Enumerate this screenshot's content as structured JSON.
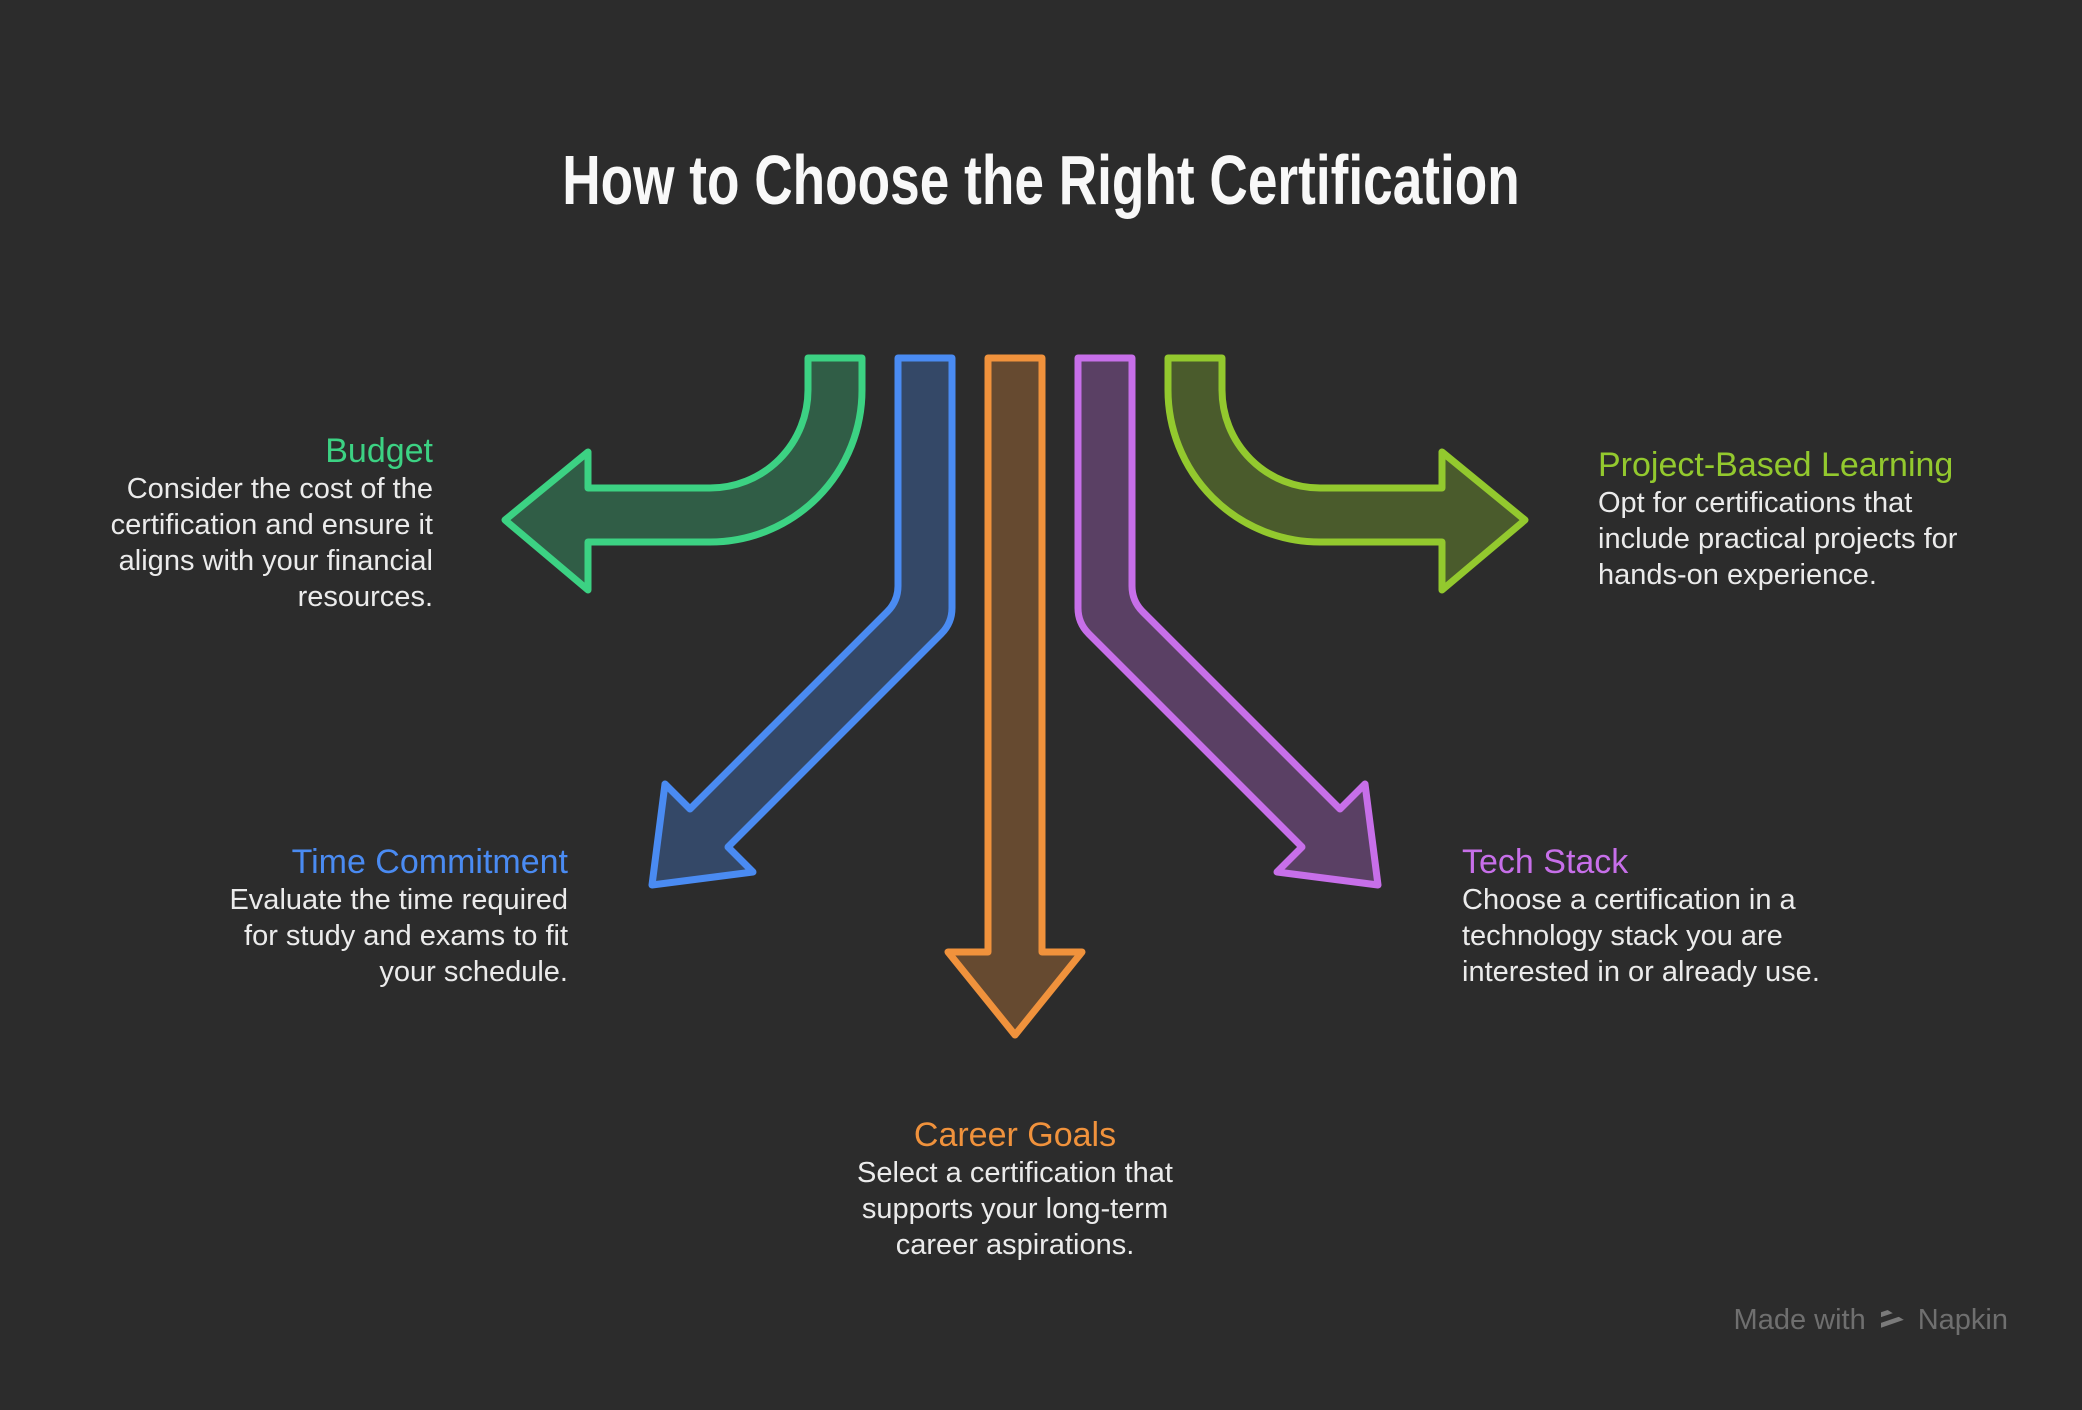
{
  "title": "How to Choose the Right Certification",
  "background_color": "#2c2c2c",
  "text_color": "#ebebeb",
  "items": [
    {
      "id": "budget",
      "label": "Budget",
      "color": "#3cd283",
      "description": "Consider the cost of the\ncertification and ensure it\naligns with your financial\nresources.",
      "arrow_direction": "left"
    },
    {
      "id": "time-commitment",
      "label": "Time Commitment",
      "color": "#4a8bf2",
      "description": "Evaluate the time required\nfor study and exams to fit\nyour schedule.",
      "arrow_direction": "down-left"
    },
    {
      "id": "career-goals",
      "label": "Career Goals",
      "color": "#f0923c",
      "description": "Select a certification that\nsupports your long-term\ncareer aspirations.",
      "arrow_direction": "down"
    },
    {
      "id": "tech-stack",
      "label": "Tech Stack",
      "color": "#c76fe9",
      "description": "Choose a certification in a\ntechnology stack you are\ninterested in or already use.",
      "arrow_direction": "down-right"
    },
    {
      "id": "project-based-learning",
      "label": "Project-Based Learning",
      "color": "#93c92e",
      "description": "Opt for certifications that\ninclude practical projects for\nhands-on experience.",
      "arrow_direction": "right"
    }
  ],
  "watermark": {
    "text": "Made with",
    "brand": "Napkin",
    "color": "#6f6f6f"
  }
}
